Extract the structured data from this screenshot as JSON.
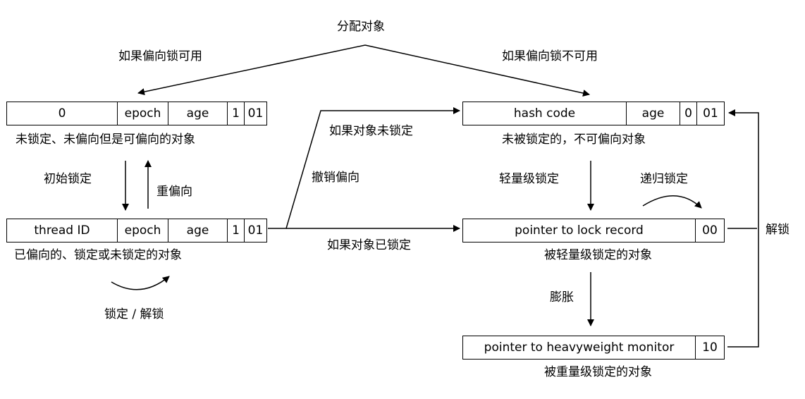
{
  "root_label": "分配对象",
  "branch_left_label": "如果偏向锁可用",
  "branch_right_label": "如果偏向锁不可用",
  "records": {
    "biasable": {
      "cells": [
        "0",
        "epoch",
        "age",
        "1",
        "01"
      ],
      "caption": "未锁定、未偏向但是可偏向的对象"
    },
    "biased": {
      "cells": [
        "thread ID",
        "epoch",
        "age",
        "1",
        "01"
      ],
      "caption": "已偏向的、锁定或未锁定的对象"
    },
    "unbiasable": {
      "cells": [
        "hash code",
        "age",
        "0",
        "01"
      ],
      "caption": "未被锁定的，不可偏向对象"
    },
    "lightweight": {
      "cells": [
        "pointer to lock record",
        "00"
      ],
      "caption": "被轻量级锁定的对象"
    },
    "heavyweight": {
      "cells": [
        "pointer to heavyweight monitor",
        "10"
      ],
      "caption": "被重量级锁定的对象"
    }
  },
  "transitions": {
    "initial_lock": "初始锁定",
    "rebias": "重偏向",
    "lock_unlock": "锁定 / 解锁",
    "revoke_bias": "撤销偏向",
    "if_unlocked": "如果对象未锁定",
    "if_locked": "如果对象已锁定",
    "lightweight_lock": "轻量级锁定",
    "recursive_lock": "递归锁定",
    "inflate": "膨胀",
    "unlock": "解锁"
  }
}
